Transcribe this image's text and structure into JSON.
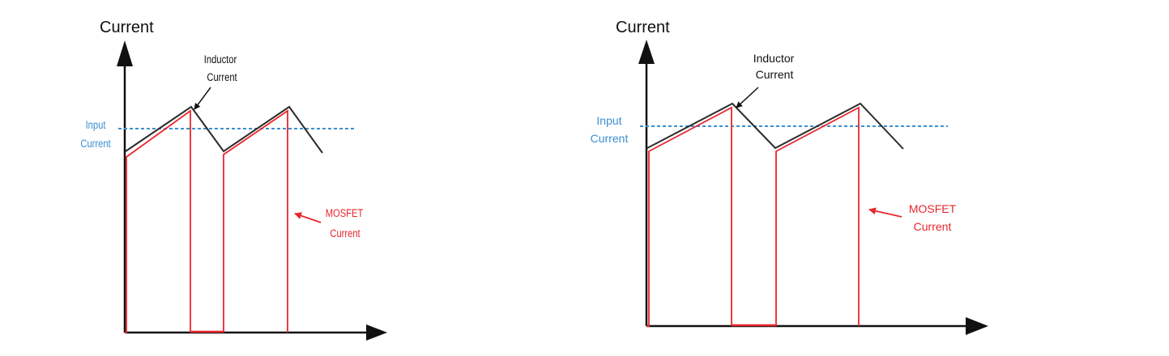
{
  "colors": {
    "axis": "#111111",
    "inductor": "#2b2b2b",
    "mosfet": "#e8262d",
    "input": "#3b8fd0"
  },
  "diagrams": [
    {
      "axis_title": "Current",
      "inductor_label": [
        "Inductor",
        "Current"
      ],
      "input_label": [
        "Input",
        "Current"
      ],
      "mosfet_label": [
        "MOSFET",
        "Current"
      ]
    },
    {
      "axis_title": "Current",
      "inductor_label": [
        "Inductor",
        "Current"
      ],
      "input_label": [
        "Input",
        "Current"
      ],
      "mosfet_label": [
        "MOSFET",
        "Current"
      ]
    }
  ]
}
